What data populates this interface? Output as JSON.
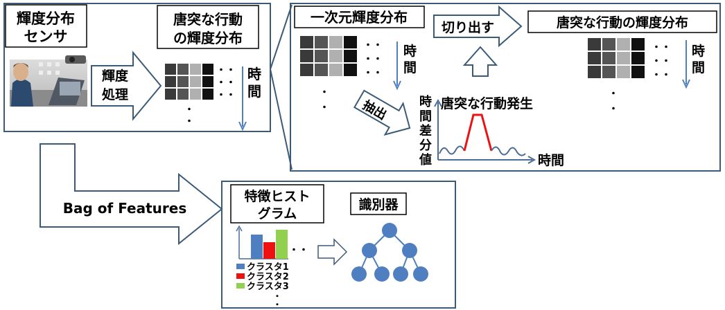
{
  "sensor": {
    "title_line1": "輝度分布",
    "title_line2": "センサ"
  },
  "process_arrow": {
    "line1": "輝度",
    "line2": "処理"
  },
  "sudden_box": {
    "line1": "唐突な行動",
    "line2": "の輝度分布"
  },
  "dots": {
    "h": "・・",
    "v": "・"
  },
  "time_label": {
    "c1": "時",
    "c2": "間"
  },
  "oned": {
    "title": "一次元輝度分布"
  },
  "cut": {
    "label": "切り出す"
  },
  "result": {
    "title": "唐突な行動の輝度分布"
  },
  "extract": {
    "label": "抽出"
  },
  "plot": {
    "y_label_chars": [
      "時",
      "間",
      "差",
      "分",
      "値"
    ],
    "title": "唐突な行動発生",
    "x_label": "時間"
  },
  "bof": {
    "label": "Bag of Features"
  },
  "hist": {
    "title_line1": "特徴ヒスト",
    "title_line2": "グラム"
  },
  "classifier": {
    "title": "識別器"
  },
  "legend": {
    "items": [
      "クラスタ1",
      "クラスタ2",
      "クラスタ3"
    ]
  },
  "colors": {
    "frame": "#3a5a78",
    "blue": "#4f7fc0",
    "red": "#ee1111",
    "green": "#92d050",
    "node": "#4f7fc0",
    "plot_line": "#4b6c96"
  },
  "photo": {
    "icon": "person-at-laptop-photo"
  }
}
